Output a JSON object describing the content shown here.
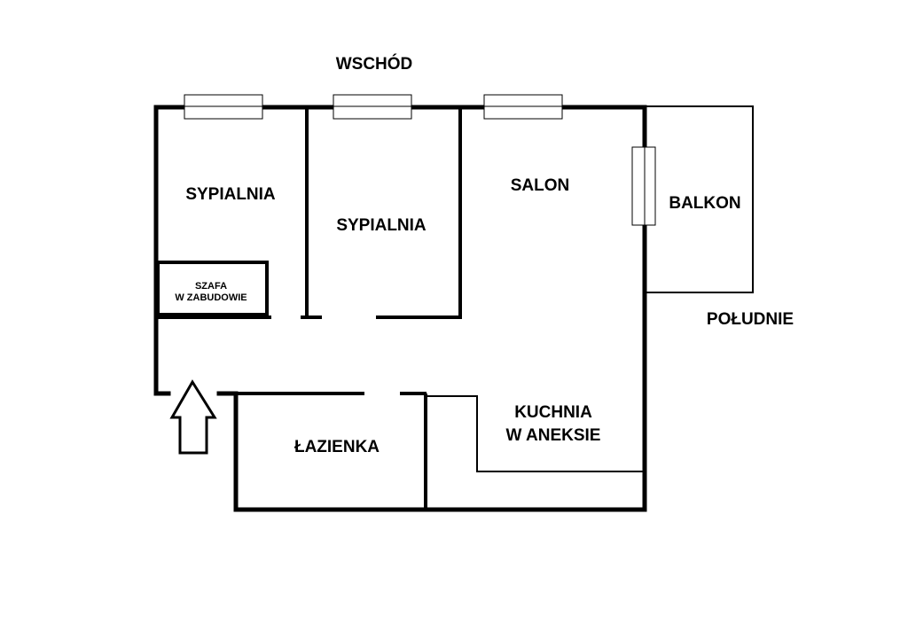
{
  "directions": {
    "east": "WSCHÓD",
    "south": "POŁUDNIE"
  },
  "rooms": {
    "bedroom_left": "SYPIALNIA",
    "bedroom_middle": "SYPIALNIA",
    "living_room": "SALON",
    "balcony": "BALKON",
    "wardrobe_line1": "SZAFA",
    "wardrobe_line2": "W ZABUDOWIE",
    "kitchen_line1": "KUCHNIA",
    "kitchen_line2": "W ANEKSIE",
    "bathroom": "ŁAZIENKA"
  },
  "icons": {
    "entrance": "up-arrow-icon"
  },
  "colors": {
    "wall": "#000000",
    "background": "#ffffff"
  }
}
